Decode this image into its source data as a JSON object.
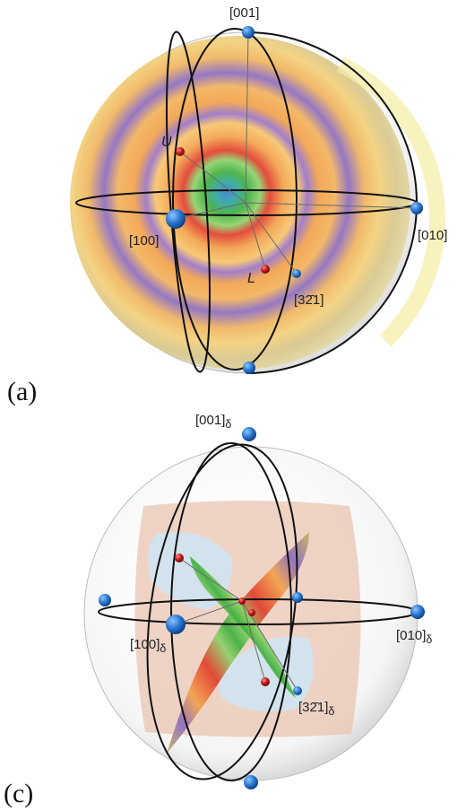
{
  "figure": {
    "panel_a": {
      "label": "(a)",
      "axes": {
        "top": "[001]",
        "left": "[100]",
        "right": "[010]",
        "dir": "[32̄1]"
      },
      "points": {
        "upper": "U",
        "lower": "L"
      }
    },
    "panel_c": {
      "label": "(c)",
      "axes": {
        "top": "[001]",
        "left": "[100]",
        "right": "[010]",
        "dir": "[32̄1]"
      },
      "subscript": "δ"
    },
    "colors": {
      "axis_marker": "#1f6fc1",
      "point_marker": "#c2171b",
      "great_circle": "#111111",
      "band_orange": "#f2a24a",
      "band_purple": "#8c6cc0",
      "band_green": "#3fae3e",
      "plane_tan": "#e8c2ae",
      "disk_blue": "#cfe4f2"
    }
  }
}
